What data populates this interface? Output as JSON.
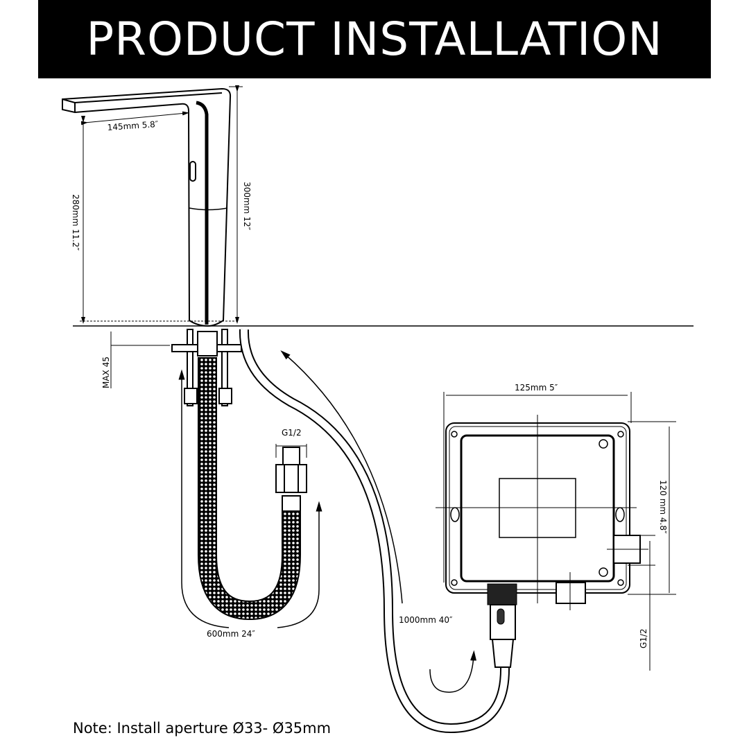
{
  "header": {
    "title": "PRODUCT INSTALLATION"
  },
  "dimensions": {
    "spout_reach": "145mm  5.8″",
    "spout_height": "280mm 11.2″",
    "faucet_height": "300mm 12″",
    "max_deck": "MAX 45",
    "hose_thread": "G1/2",
    "hose_length": "600mm 24″",
    "cable_length": "1000mm 40″",
    "box_width": "125mm 5″",
    "box_height": "120 mm 4.8″",
    "box_thread": "G1/2"
  },
  "note": "Note: Install aperture Ø33- Ø35mm"
}
